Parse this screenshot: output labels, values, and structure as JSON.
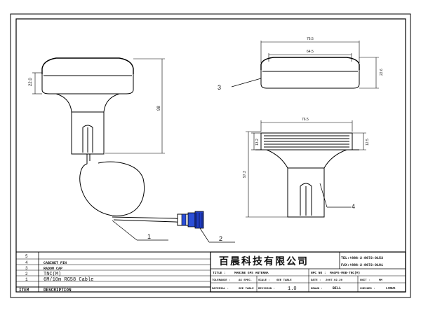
{
  "callouts": [
    "1",
    "2",
    "3",
    "4"
  ],
  "dims": {
    "side_cap": "22.0",
    "side_total": "98",
    "top_width": "76.5",
    "top_inner": "64.5",
    "top_height": "22.6",
    "sec_top": "76.5",
    "sec_left": "13.2",
    "sec_right": "12.5",
    "sec_height": "97.3"
  },
  "bom": {
    "rows": [
      {
        "item": "5",
        "desc": ""
      },
      {
        "item": "4",
        "desc": "CABINET PIN"
      },
      {
        "item": "3",
        "desc": "RADOM CAP"
      },
      {
        "item": "2",
        "desc": "TNC(M)"
      },
      {
        "item": "1",
        "desc": "6M/10m RG58 Cable"
      }
    ],
    "header": {
      "item": "ITEM",
      "desc": "DESCRIPTION"
    }
  },
  "title_block": {
    "company": "百晨科技有限公司",
    "tel": "TEL:+886-2-8672-0153",
    "fax": "FAX:+886-2-8672-0181",
    "title_label": "TITLE :",
    "title_value": "MARINE GPS ANTENNA",
    "dwg_label": "NPC NO :",
    "dwg_value": "MAGPS-MOB-TNC(M)",
    "tol_label": "TOLERANCE :",
    "tol_value": "AS SPEC.",
    "scale_label": "SCALE :",
    "scale_value": "SEE TABLE",
    "date_label": "DATE :",
    "date_value": "2007.02.20",
    "unit_label": "UNIT :",
    "unit_value": "MM",
    "mat_label": "MATERIAL :",
    "mat_value": "SEE TABLE",
    "rev_label": "REVISION :",
    "rev_value": "1.0",
    "drawn_label": "DRAWN :",
    "drawn_value": "BILL",
    "checked_label": "CHECKED :",
    "checked_value": "LINUS"
  }
}
